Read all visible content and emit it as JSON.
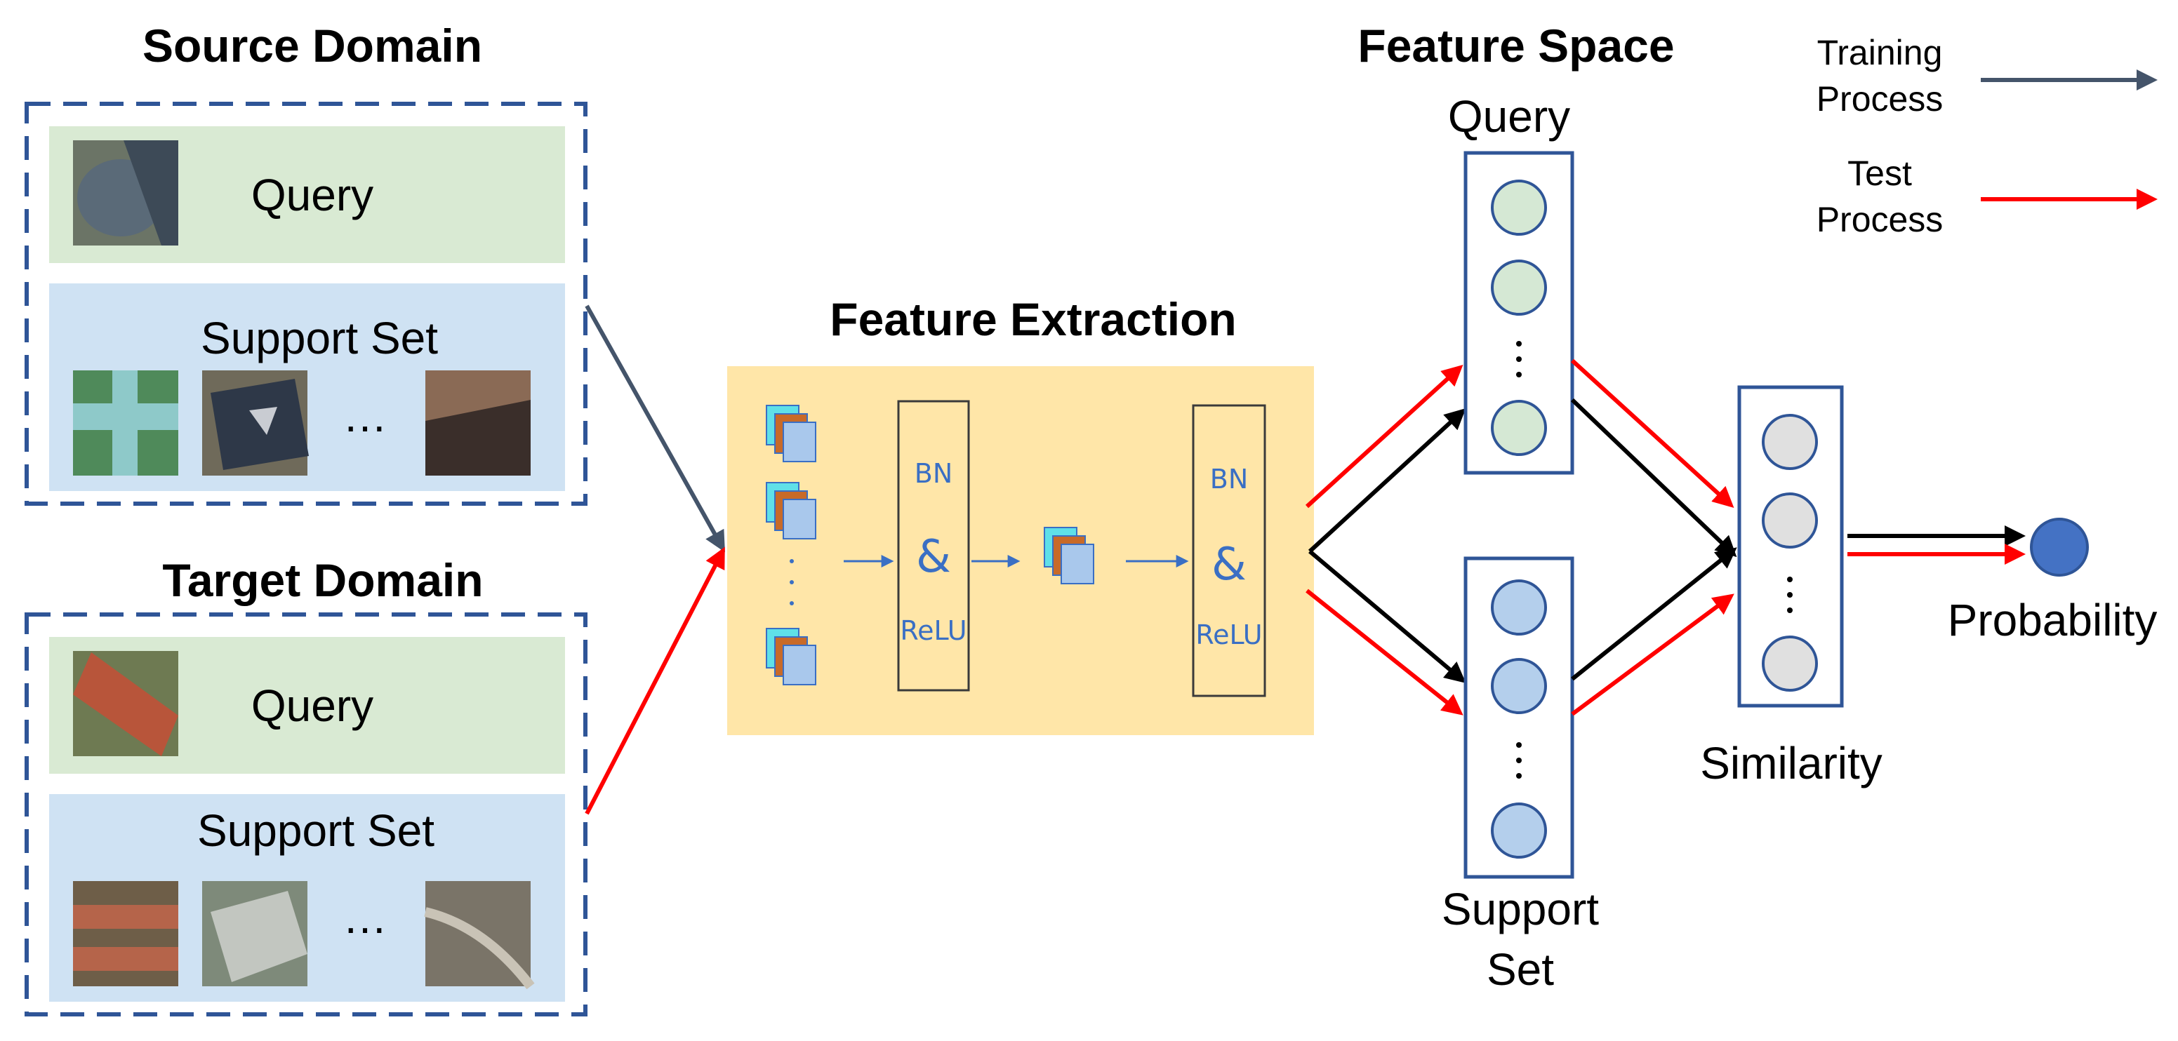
{
  "source_domain": {
    "title": "Source Domain",
    "query_label": "Query",
    "support_label": "Support Set",
    "ellipsis": "…"
  },
  "target_domain": {
    "title": "Target Domain",
    "query_label": "Query",
    "support_label": "Support Set",
    "ellipsis": "…"
  },
  "feature_extraction": {
    "title": "Feature Extraction",
    "block1": {
      "top": "BN",
      "mid": "&",
      "bottom": "ReLU"
    },
    "block2": {
      "top": "BN",
      "mid": "&",
      "bottom": "ReLU"
    }
  },
  "feature_space": {
    "title": "Feature Space",
    "query_label": "Query",
    "support_label_line1": "Support",
    "support_label_line2": "Set"
  },
  "similarity": {
    "label": "Similarity"
  },
  "output": {
    "label": "Probability"
  },
  "legend": {
    "training_line1": "Training",
    "training_line2": "Process",
    "test_line1": "Test",
    "test_line2": "Process"
  },
  "colors": {
    "training_arrow": "#44546a",
    "test_arrow": "#ff0000",
    "flow_arrow": "#000000",
    "domain_border": "#2f5597",
    "query_fill": "#d9ead3",
    "support_fill": "#cfe2f3",
    "extraction_fill": "#ffe6a8",
    "query_node": "#d5e8d4",
    "support_node": "#b4cfec",
    "similarity_node": "#e0e0e0",
    "output_node": "#4472c4",
    "conv_stroke": "#3a6fc4"
  }
}
